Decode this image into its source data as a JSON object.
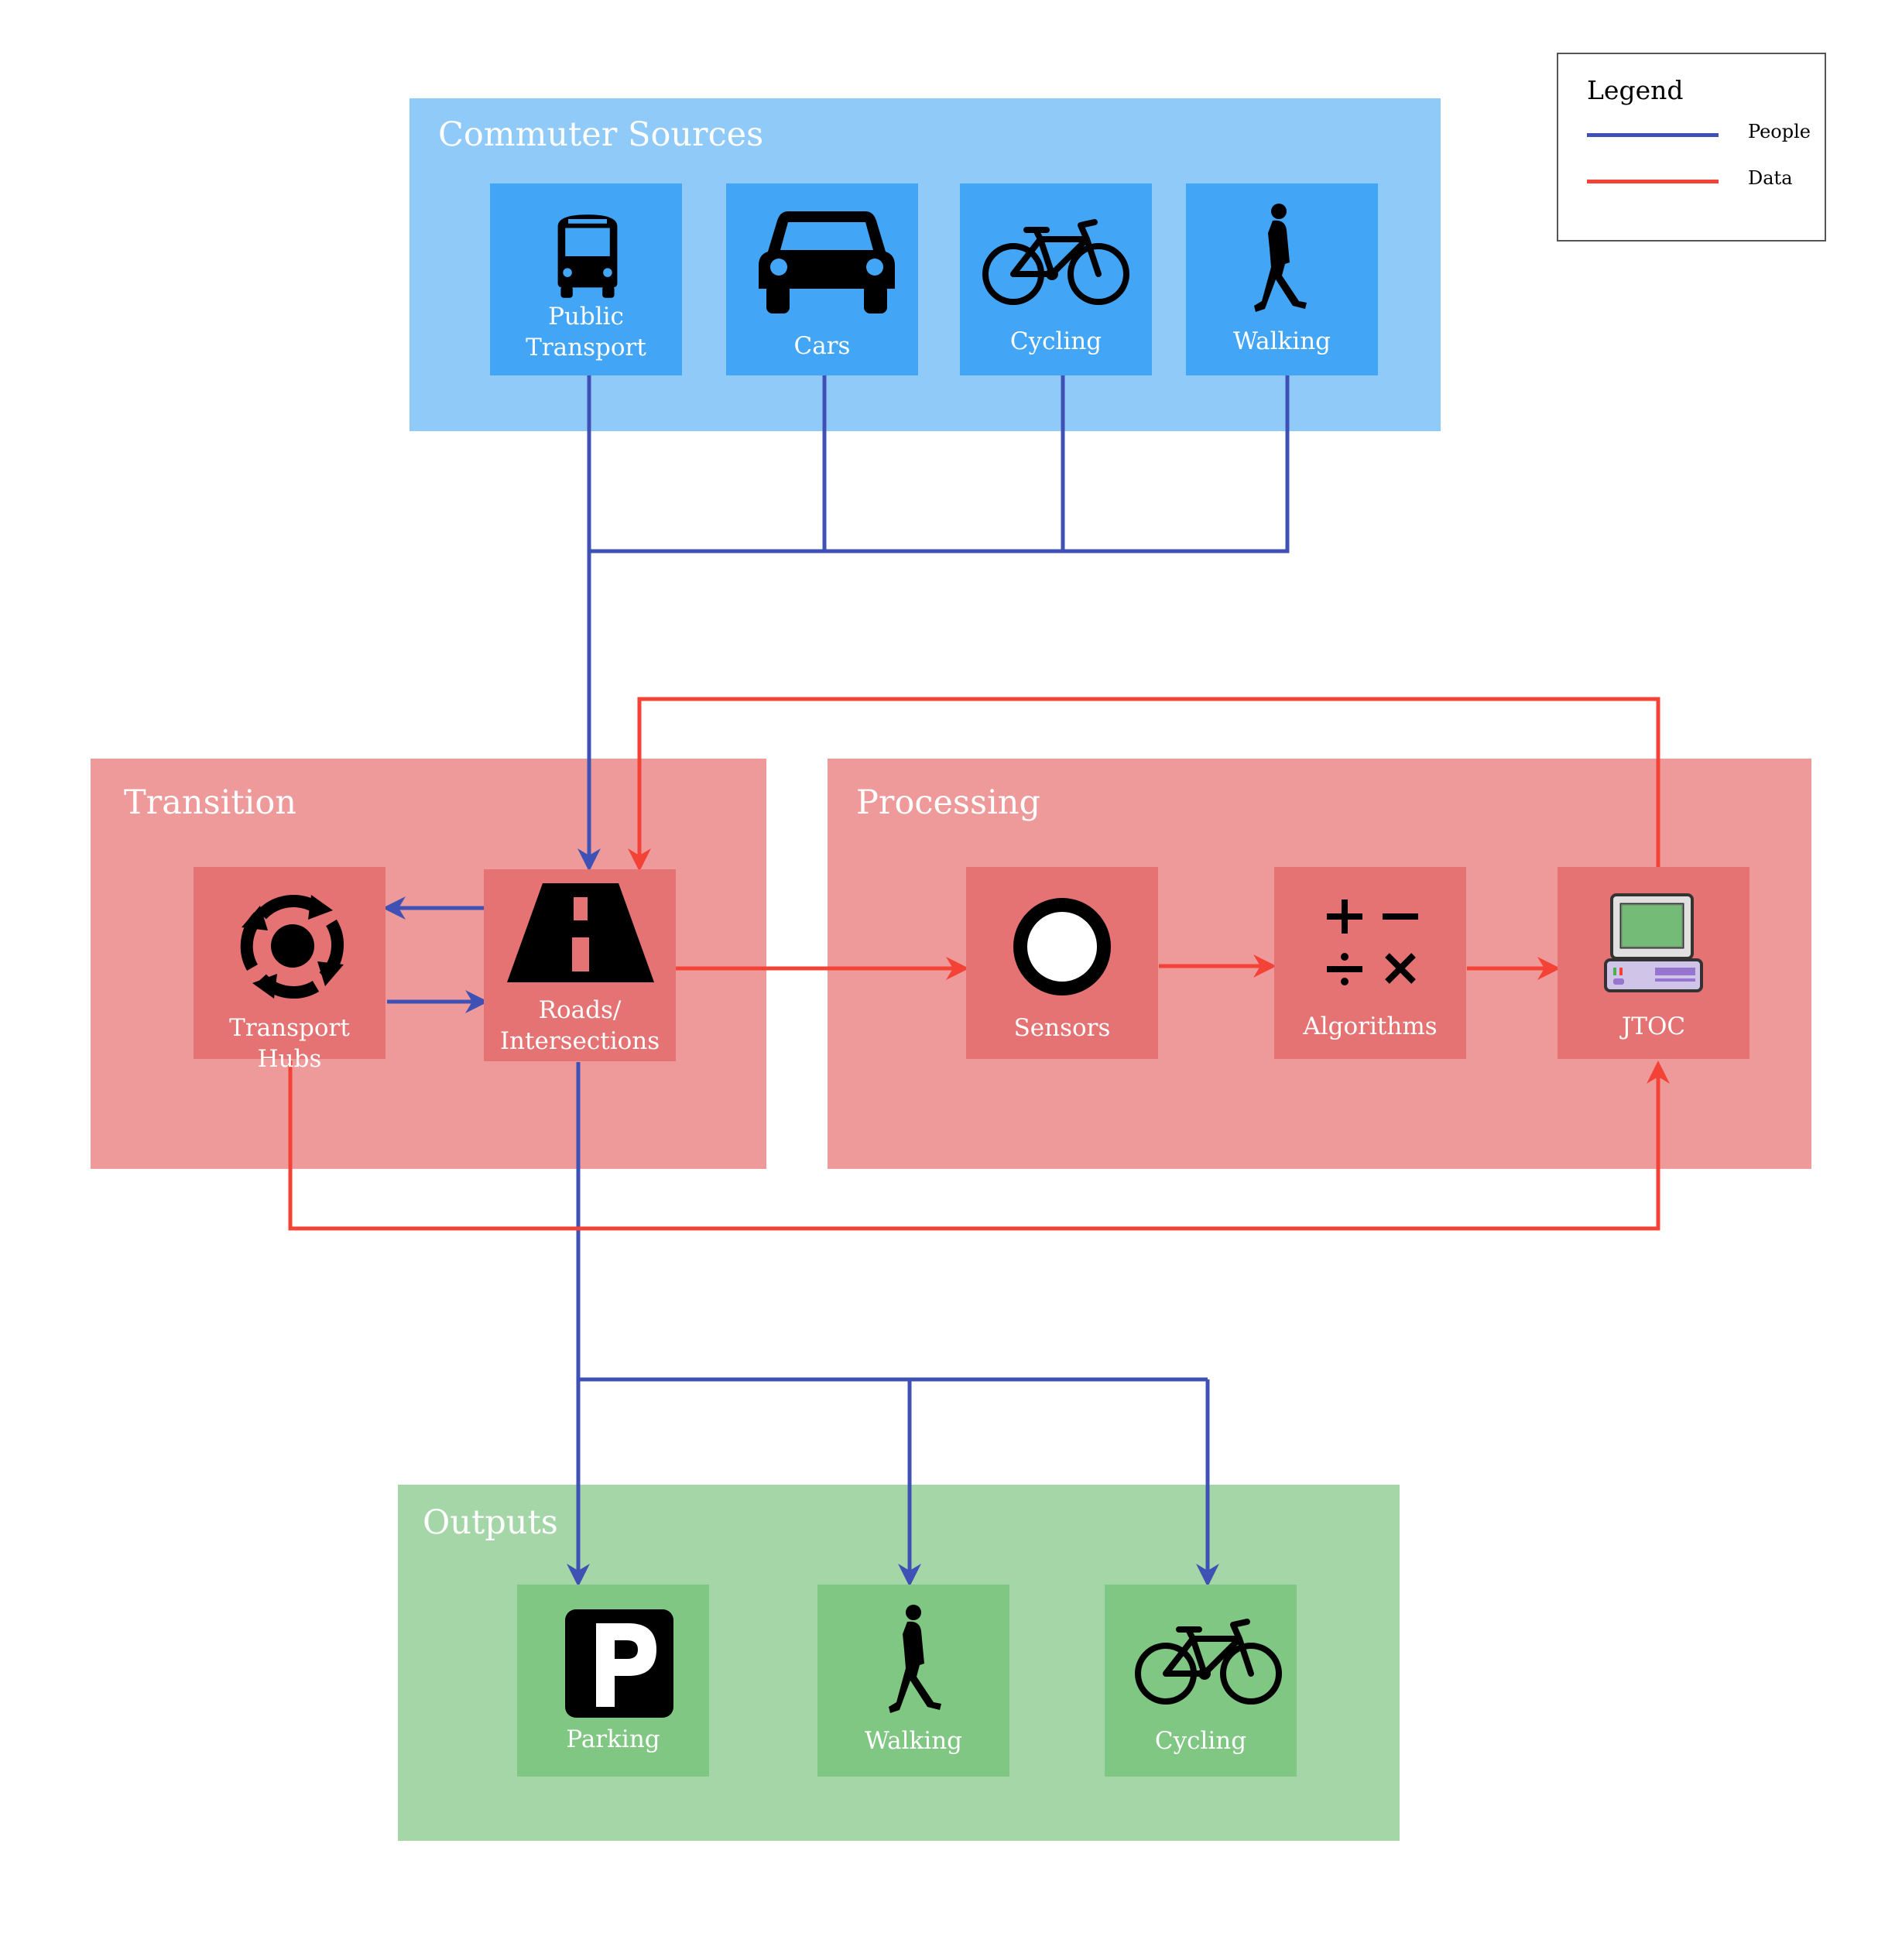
{
  "colors": {
    "people": "#3f51b5",
    "data": "#f44336",
    "sources_bg": "#90caf9",
    "sources_node": "#42a5f5",
    "transition_bg": "#ef9a9a",
    "transition_node": "#e57373",
    "outputs_bg": "#a5d6a7",
    "outputs_node": "#81c784"
  },
  "legend": {
    "title": "Legend",
    "items": [
      {
        "label": "People",
        "color": "#3f51b5"
      },
      {
        "label": "Data",
        "color": "#f44336"
      }
    ]
  },
  "groups": {
    "sources": {
      "title": "Commuter Sources",
      "nodes": [
        {
          "label": "Public\nTransport",
          "icon": "bus-icon"
        },
        {
          "label": "Cars",
          "icon": "car-icon"
        },
        {
          "label": "Cycling",
          "icon": "bicycle-icon"
        },
        {
          "label": "Walking",
          "icon": "pedestrian-icon"
        }
      ]
    },
    "transition": {
      "title": "Transition",
      "nodes": [
        {
          "label": "Transport Hubs",
          "icon": "roundabout-icon"
        },
        {
          "label": "Roads/\nIntersections",
          "icon": "road-icon"
        }
      ]
    },
    "processing": {
      "title": "Processing",
      "nodes": [
        {
          "label": "Sensors",
          "icon": "sensor-ring-icon"
        },
        {
          "label": "Algorithms",
          "icon": "math-operators-icon"
        },
        {
          "label": "JTOC",
          "icon": "computer-icon"
        }
      ]
    },
    "outputs": {
      "title": "Outputs",
      "nodes": [
        {
          "label": "Parking",
          "icon": "parking-icon"
        },
        {
          "label": "Walking",
          "icon": "pedestrian-icon"
        },
        {
          "label": "Cycling",
          "icon": "bicycle-icon"
        }
      ]
    }
  }
}
